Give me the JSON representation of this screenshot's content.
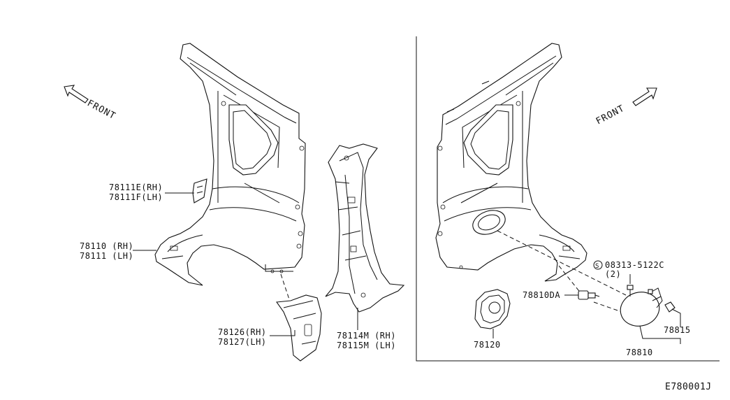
{
  "diagram": {
    "code": "E780001J",
    "front_left": "FRONT",
    "front_right": "FRONT",
    "labels": {
      "p78111E": "78111E(RH)",
      "p78111F": "78111F(LH)",
      "p78110": "78110 (RH)",
      "p78111": "78111 (LH)",
      "p78126": "78126(RH)",
      "p78127": "78127(LH)",
      "p78114M": "78114M (RH)",
      "p78115M": "78115M (LH)",
      "p08313": "08313-5122C",
      "p08313_qty": "(2)",
      "screw_symbol": "S",
      "p78810DA": "78810DA",
      "p78120": "78120",
      "p78815": "78815",
      "p78810": "78810"
    }
  }
}
